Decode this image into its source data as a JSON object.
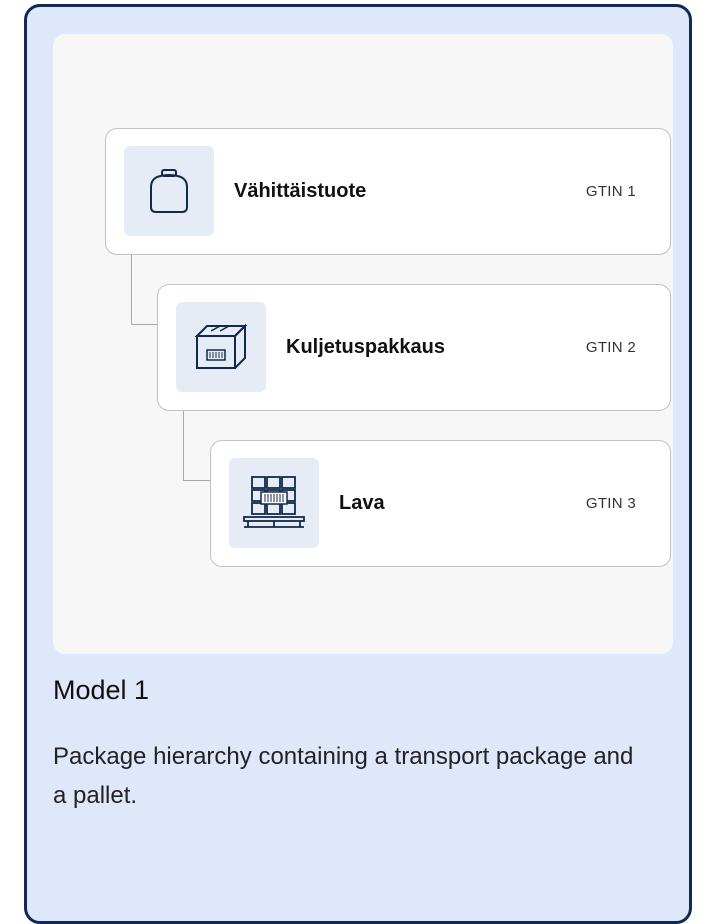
{
  "hierarchy": [
    {
      "name": "Vähittäistuote",
      "gtin": "GTIN 1",
      "icon": "jar-icon"
    },
    {
      "name": "Kuljetuspakkaus",
      "gtin": "GTIN 2",
      "icon": "box-icon"
    },
    {
      "name": "Lava",
      "gtin": "GTIN 3",
      "icon": "pallet-icon"
    }
  ],
  "model": {
    "title": "Model 1",
    "description": "Package hierarchy containing a transport package and a pallet."
  },
  "colors": {
    "card_background": "#dfe8fa",
    "card_border": "#0f2a57",
    "icon_stroke": "#14284b",
    "icon_background": "#e6ecf6"
  }
}
